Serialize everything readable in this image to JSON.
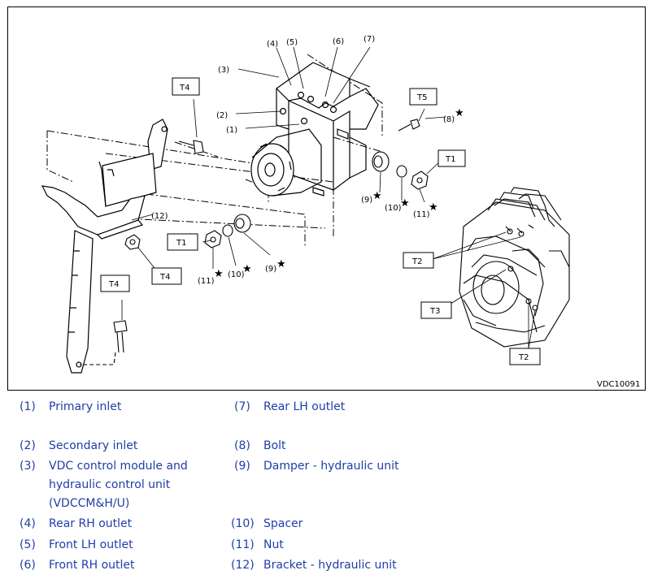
{
  "diagram": {
    "figure_code": "VDC10091",
    "callouts": [
      "(1)",
      "(2)",
      "(3)",
      "(4)",
      "(5)",
      "(6)",
      "(7)",
      "(8)",
      "(9)",
      "(10)",
      "(11)",
      "(12)"
    ],
    "torque_labels": [
      "T1",
      "T2",
      "T3",
      "T4",
      "T5"
    ],
    "star": "★"
  },
  "legend": [
    {
      "num": "(1)",
      "text": "Primary inlet"
    },
    {
      "num": "(2)",
      "text": "Secondary inlet"
    },
    {
      "num": "(3)",
      "text": "VDC control module and",
      "text2": "hydraulic control unit",
      "text3": "(VDCCM&H/U)"
    },
    {
      "num": "(4)",
      "text": "Rear RH outlet"
    },
    {
      "num": "(5)",
      "text": "Front LH outlet"
    },
    {
      "num": "(6)",
      "text": "Front RH outlet"
    },
    {
      "num": "(7)",
      "text": "Rear LH outlet"
    },
    {
      "num": "(8)",
      "text": "Bolt"
    },
    {
      "num": "(9)",
      "text": "Damper - hydraulic unit"
    },
    {
      "num": "(10)",
      "text": "Spacer"
    },
    {
      "num": "(11)",
      "text": "Nut"
    },
    {
      "num": "(12)",
      "text": "Bracket - hydraulic unit"
    }
  ]
}
